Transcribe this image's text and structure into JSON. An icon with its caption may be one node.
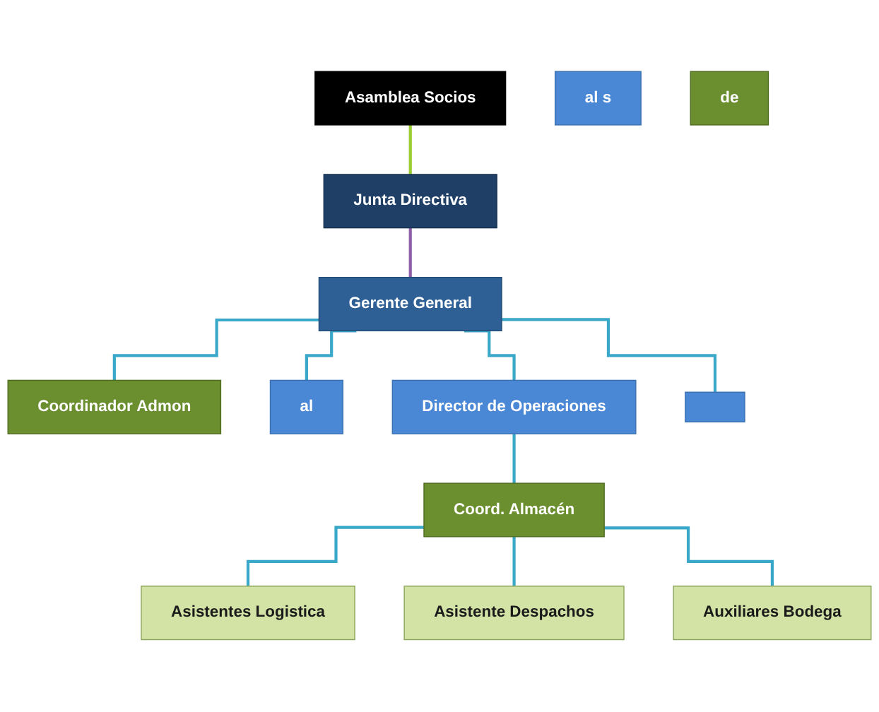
{
  "diagram": {
    "nodes": [
      {
        "text": [
          "Asamblea Socios"
        ]
      },
      {
        "text": [
          "Junta Directiva"
        ]
      },
      {
        "text": [
          "Gerente General"
        ]
      },
      {
        "text": [
          "Coordinador Admon"
        ]
      },
      {
        "text": [
          "al"
        ]
      },
      {
        "text": [
          "Director de Operaciones"
        ]
      },
      {
        "text": [],
        "shape": "box"
      },
      {
        "text": [
          "al s"
        ]
      },
      {
        "text": [
          "Coord. Almacén"
        ]
      },
      {
        "text": [
          "Asistentes Logistica"
        ]
      },
      {
        "text": [
          "Asistente Despachos"
        ]
      },
      {
        "text": [
          "de"
        ]
      },
      {
        "text": [
          "Auxiliares Bodega"
        ]
      }
    ],
    "edges": [
      {
        "from": 0,
        "to": 1,
        "arrow": "none",
        "color": "#9acd32"
      },
      {
        "from": 1,
        "to": 2,
        "arrow": "none",
        "color": "#8e5fa8"
      },
      {
        "from": 2,
        "to": 3,
        "arrow": "none"
      },
      {
        "from": 2,
        "to": 4,
        "arrow": "none"
      },
      {
        "from": 2,
        "to": 5,
        "arrow": "none"
      },
      {
        "from": 2,
        "to": 6,
        "arrow": "none"
      },
      {
        "from": 5,
        "to": 8,
        "arrow": "none"
      },
      {
        "from": 8,
        "to": 9,
        "arrow": "none"
      },
      {
        "from": 8,
        "to": 10,
        "arrow": "none"
      },
      {
        "from": 8,
        "to": 12,
        "arrow": "none"
      }
    ]
  }
}
